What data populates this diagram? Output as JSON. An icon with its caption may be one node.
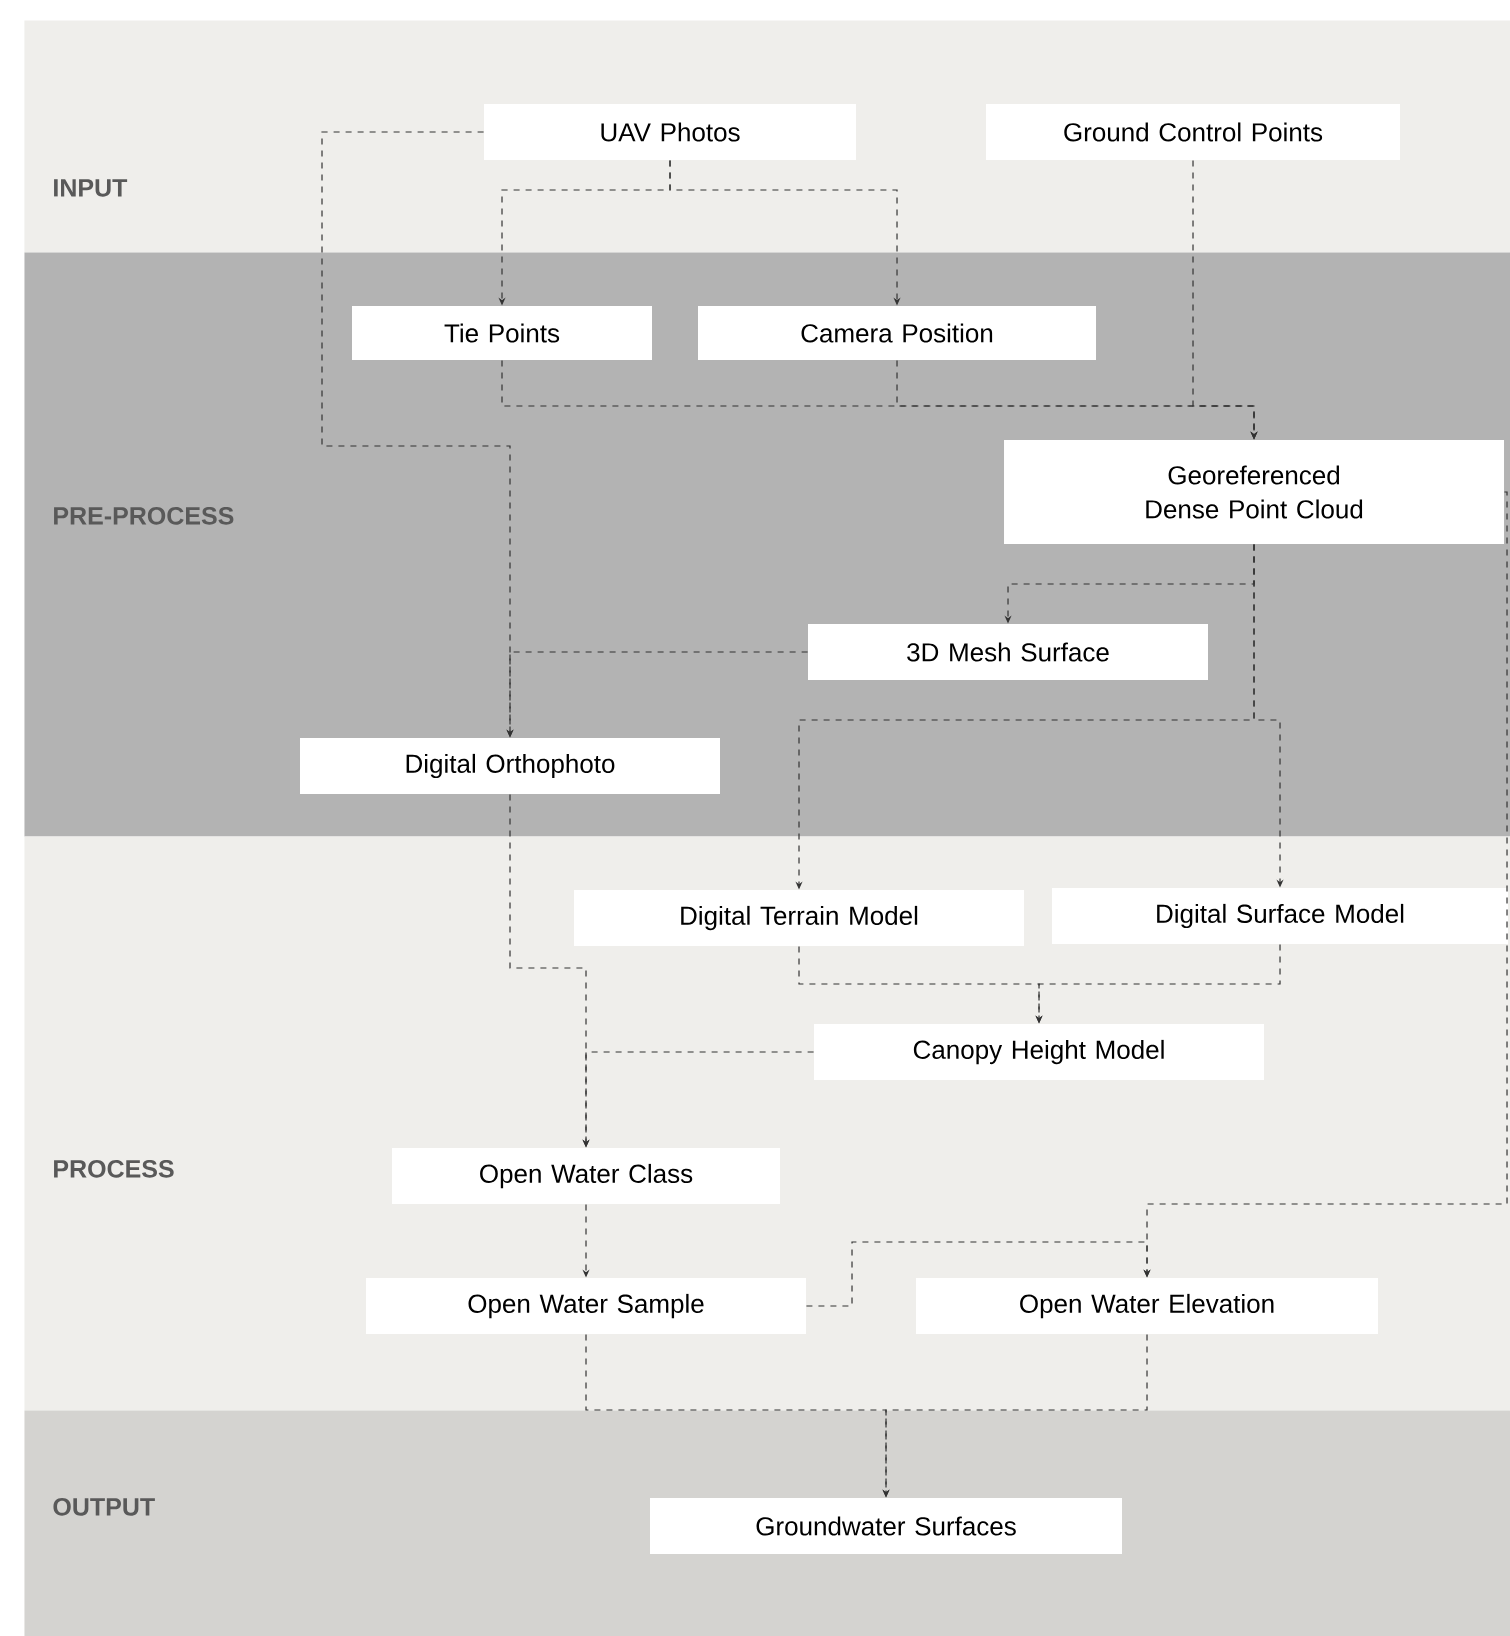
{
  "diagram": {
    "nodes": [
      {
        "text": [
          "INPUT"
        ]
      },
      {
        "text": [
          "UAV Photos"
        ],
        "in": 0
      },
      {
        "text": [
          "Ground Control Points"
        ],
        "in": 0
      },
      {
        "text": [
          "PRE-PROCESS"
        ]
      },
      {
        "text": [
          "Tie Points"
        ],
        "in": 3
      },
      {
        "text": [
          "Camera Position"
        ],
        "in": 3
      },
      {
        "text": [
          "Georeferenced Dense Point Cloud"
        ],
        "in": 3
      },
      {
        "text": [
          "3D Mesh Surface"
        ],
        "in": 3
      },
      {
        "text": [
          "Digital Orthophoto"
        ],
        "in": 3
      },
      {
        "text": [
          "PROCESS"
        ]
      },
      {
        "text": [
          "Digital Terrain Model"
        ],
        "in": 9
      },
      {
        "text": [
          "Digital Surface Model"
        ],
        "in": 9
      },
      {
        "text": [
          "Canopy Height Model"
        ],
        "in": 9
      },
      {
        "text": [
          "Open Water Class"
        ],
        "in": 9
      },
      {
        "text": [
          "Open Water Sample"
        ],
        "in": 9
      },
      {
        "text": [
          "Open Water Elevation"
        ],
        "in": 9
      },
      {
        "text": [
          "OUTPUT"
        ]
      },
      {
        "text": [
          "Groundwater Surfaces"
        ],
        "in": 16
      }
    ],
    "edges": [
      {
        "from": 1,
        "to": 4,
        "arrow": "to"
      },
      {
        "from": 1,
        "to": 5,
        "arrow": "to"
      },
      {
        "from": 1,
        "to": 8,
        "arrow": "to"
      },
      {
        "from": 4,
        "to": 6,
        "arrow": "to"
      },
      {
        "from": 5,
        "to": 6,
        "arrow": "to"
      },
      {
        "from": 2,
        "to": 6,
        "arrow": "to"
      },
      {
        "from": 6,
        "to": 7,
        "arrow": "to"
      },
      {
        "from": 7,
        "to": 8,
        "arrow": "to"
      },
      {
        "from": 6,
        "to": 10,
        "arrow": "to"
      },
      {
        "from": 6,
        "to": 11,
        "arrow": "to"
      },
      {
        "from": 6,
        "to": 15,
        "arrow": "to"
      },
      {
        "from": 8,
        "to": 13,
        "arrow": "to"
      },
      {
        "from": 10,
        "to": 12,
        "arrow": "to"
      },
      {
        "from": 11,
        "to": 12,
        "arrow": "to"
      },
      {
        "from": 12,
        "to": 13,
        "arrow": "to"
      },
      {
        "from": 13,
        "to": 14,
        "arrow": "to"
      },
      {
        "from": 14,
        "to": 15,
        "arrow": "to"
      },
      {
        "from": 14,
        "to": 17,
        "arrow": "to"
      },
      {
        "from": 15,
        "to": 17,
        "arrow": "to"
      }
    ]
  }
}
